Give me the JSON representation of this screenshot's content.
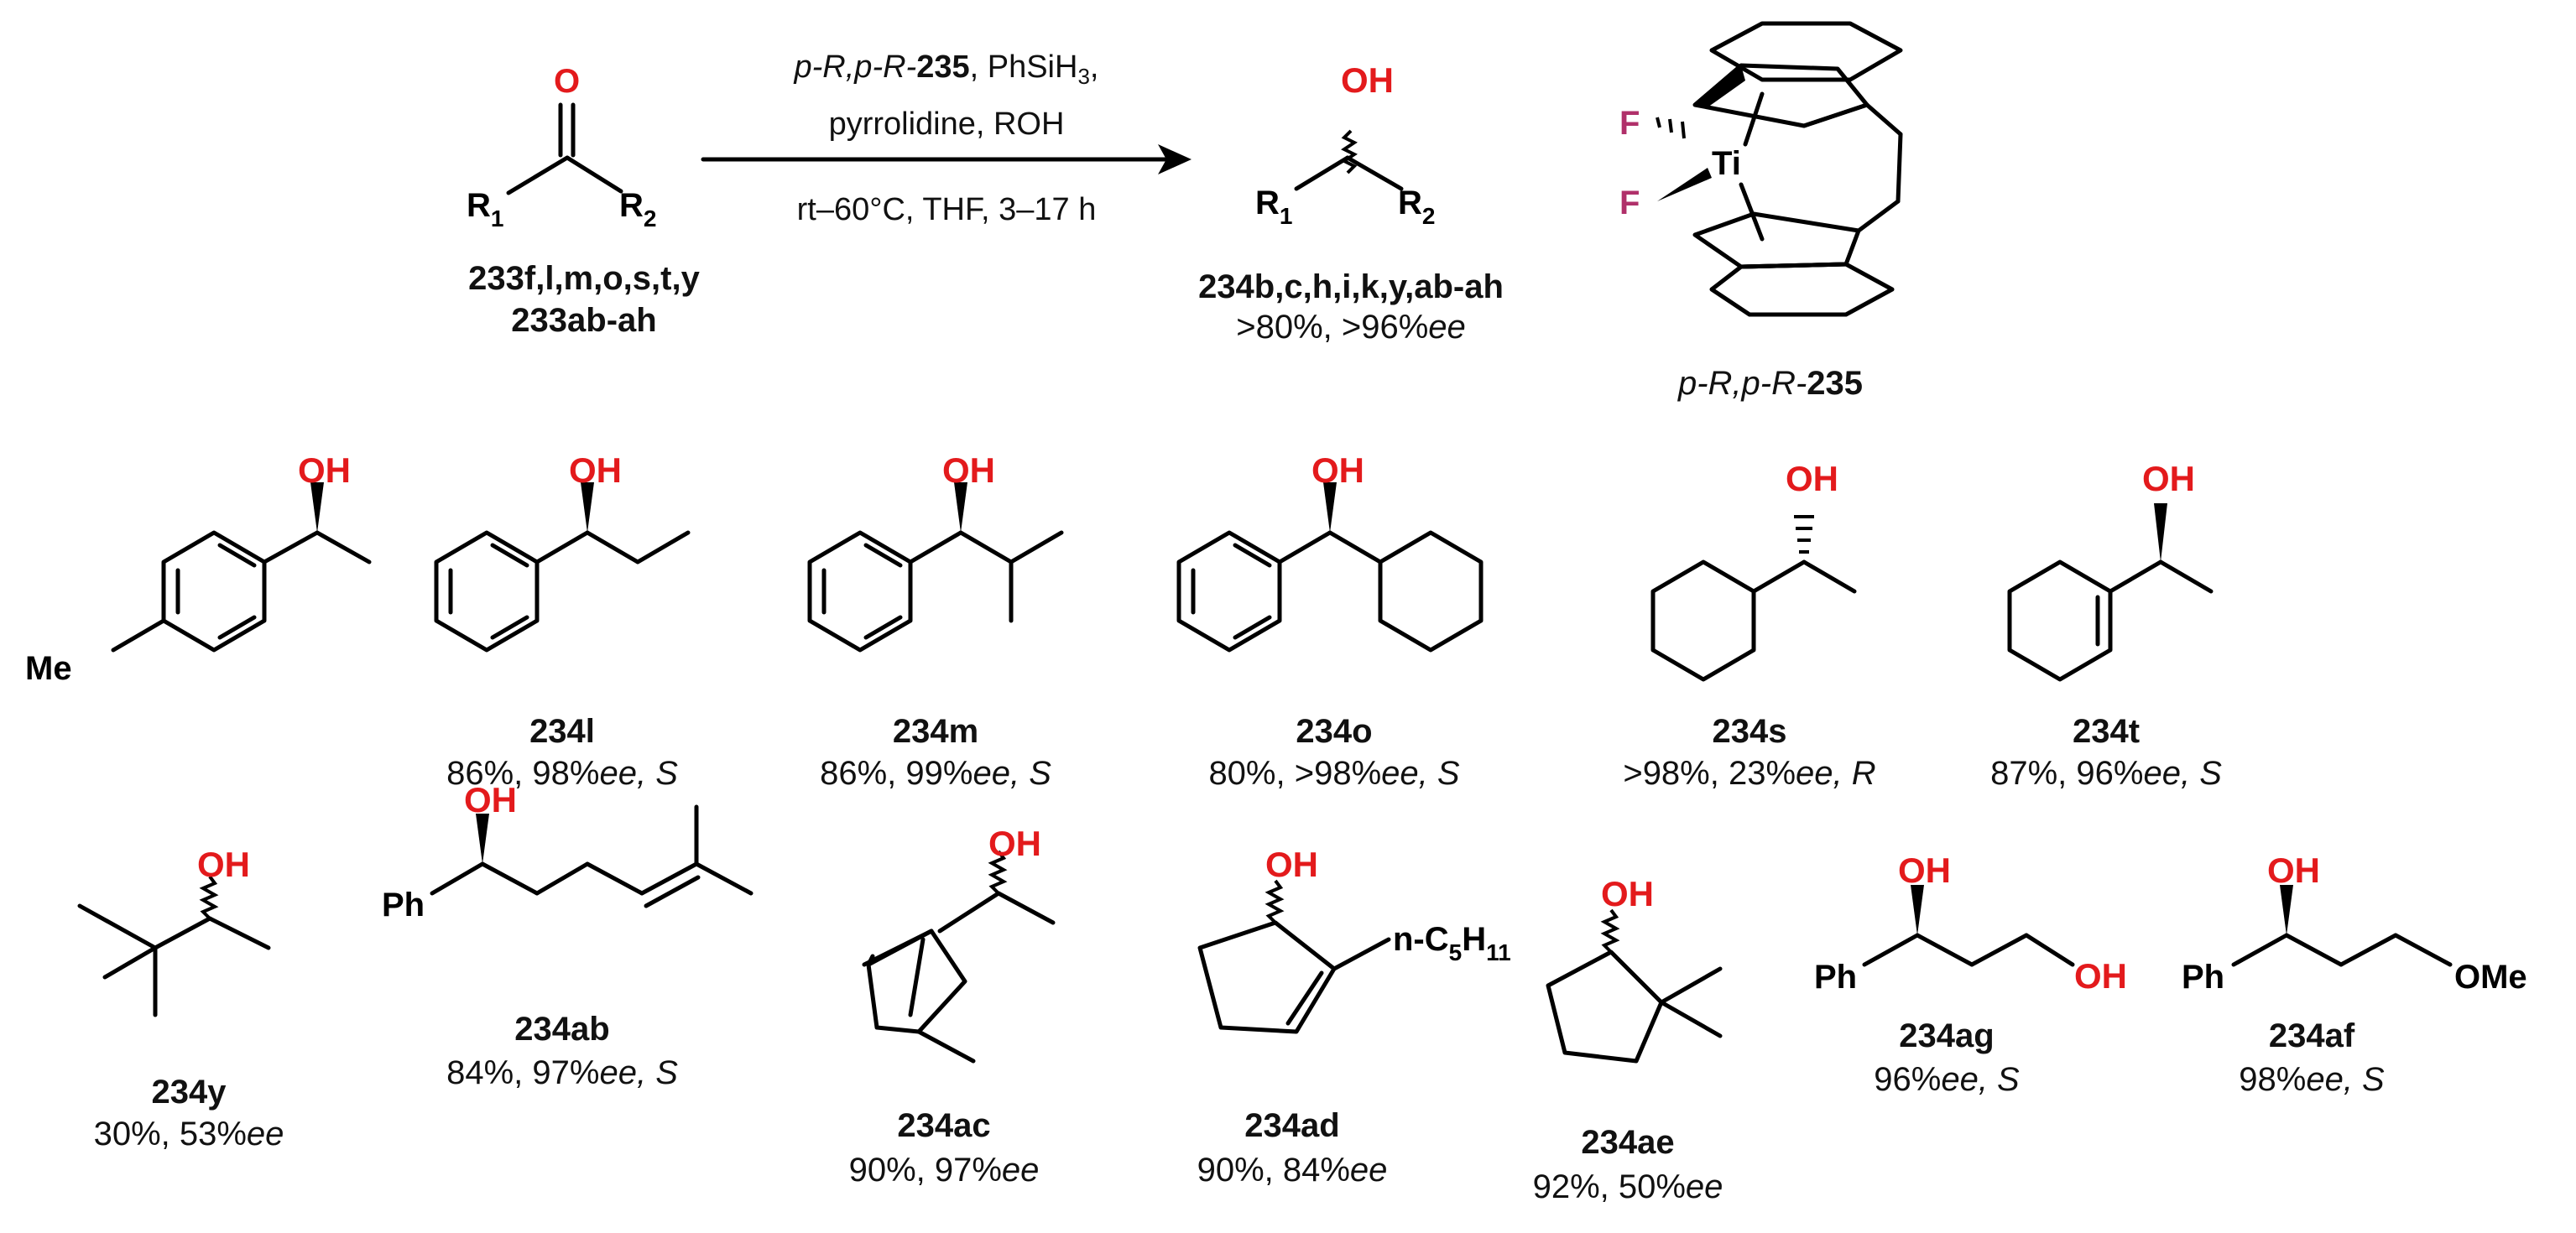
{
  "scheme": {
    "reactant": {
      "carbonyl_O": "O",
      "R1": "R",
      "R1_sub": "1",
      "R2": "R",
      "R2_sub": "2",
      "label_line1": "233f,l,m,o,s,t,y",
      "label_line2": "233ab-ah"
    },
    "conditions": {
      "line1_italic": "p-R,p-R-",
      "line1_bold": "235",
      "line1_rest": ", PhSiH",
      "line1_sub": "3",
      "line1_end": ",",
      "line2": "pyrrolidine, ROH",
      "line3": "rt–60°C, THF, 3–17 h"
    },
    "product": {
      "OH": "OH",
      "R1": "R",
      "R1_sub": "1",
      "R2": "R",
      "R2_sub": "2",
      "label": "234b,c,h,i,k,y,ab-ah",
      "yield_prefix": ">80%, >96%",
      "yield_ee": "ee"
    },
    "catalyst": {
      "F1": "F",
      "F2": "F",
      "Ti": "Ti",
      "label_italic": "p-R,p-R-",
      "label_bold": "235"
    }
  },
  "compounds": [
    {
      "id": "234-p-tolyl",
      "me": "Me",
      "oh": "OH"
    },
    {
      "id": "234l",
      "label": "234l",
      "result": "86%, 98%",
      "ee": "ee",
      "config": ", S",
      "oh": "OH"
    },
    {
      "id": "234m",
      "label": "234m",
      "result": "86%, 99%",
      "ee": "ee",
      "config": ", S",
      "oh": "OH"
    },
    {
      "id": "234o",
      "label": "234o",
      "result": "80%, >98%",
      "ee": "ee",
      "config": ", S",
      "oh": "OH"
    },
    {
      "id": "234s",
      "label": "234s",
      "result": ">98%, 23%",
      "ee": "ee",
      "config": ", R",
      "oh": "OH"
    },
    {
      "id": "234t",
      "label": "234t",
      "result": "87%, 96%",
      "ee": "ee",
      "config": ", S",
      "oh": "OH"
    },
    {
      "id": "234y",
      "label": "234y",
      "result": "30%, 53%",
      "ee": "ee",
      "config": "",
      "oh": "OH"
    },
    {
      "id": "234ab",
      "label": "234ab",
      "result": "84%, 97%",
      "ee": "ee",
      "config": ", S",
      "oh": "OH",
      "ph": "Ph"
    },
    {
      "id": "234ac",
      "label": "234ac",
      "result": "90%, 97%",
      "ee": "ee",
      "config": "",
      "oh": "OH"
    },
    {
      "id": "234ad",
      "label": "234ad",
      "result": "90%, 84%",
      "ee": "ee",
      "config": "",
      "oh": "OH",
      "chain": "n-C",
      "chain_sub": "5",
      "chain_end": "H",
      "chain_sub2": "11"
    },
    {
      "id": "234ae",
      "label": "234ae",
      "result": "92%, 50%",
      "ee": "ee",
      "config": "",
      "oh": "OH"
    },
    {
      "id": "234ag",
      "label": "234ag",
      "result": "96%",
      "ee": "ee",
      "config": ", S",
      "oh": "OH",
      "oh2": "OH",
      "ph": "Ph"
    },
    {
      "id": "234af",
      "label": "234af",
      "result": "98%",
      "ee": "ee",
      "config": ", S",
      "oh": "OH",
      "ph": "Ph",
      "ome": "OMe"
    }
  ]
}
